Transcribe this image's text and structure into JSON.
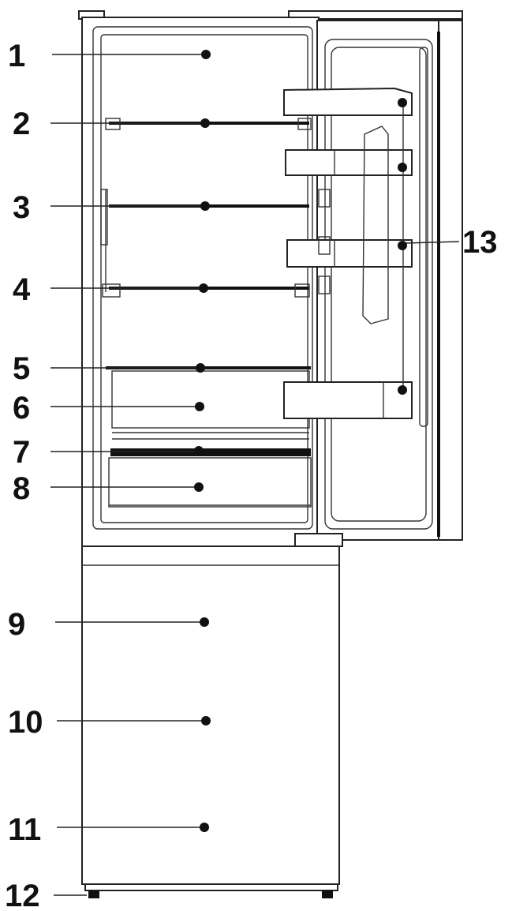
{
  "callouts": [
    {
      "number": "1"
    },
    {
      "number": "2"
    },
    {
      "number": "3"
    },
    {
      "number": "4"
    },
    {
      "number": "5"
    },
    {
      "number": "6"
    },
    {
      "number": "7"
    },
    {
      "number": "8"
    },
    {
      "number": "9"
    },
    {
      "number": "10"
    },
    {
      "number": "11"
    },
    {
      "number": "12"
    },
    {
      "number": "13"
    }
  ],
  "colors": {
    "line": "#222222",
    "background": "#ffffff"
  }
}
